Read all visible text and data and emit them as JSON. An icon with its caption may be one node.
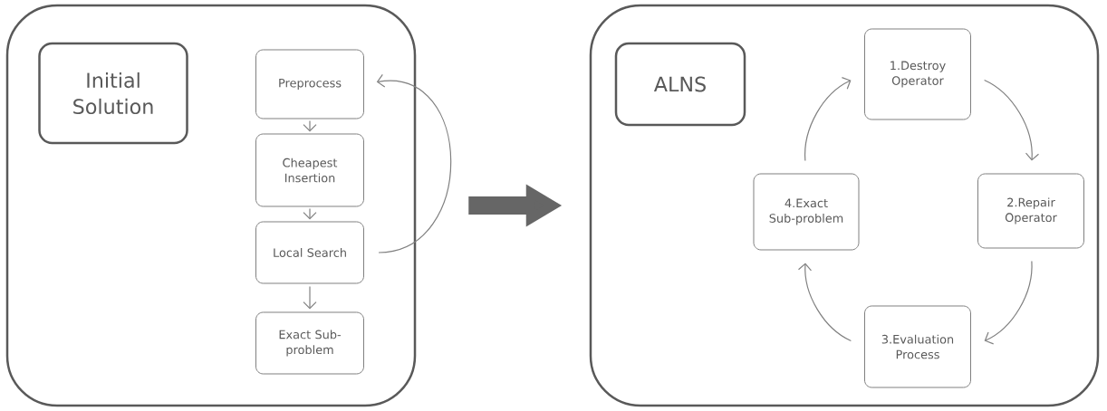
{
  "diagram": {
    "nodes": [
      {
        "text": [],
        "shape": "box"
      },
      {
        "text": [
          "Initial Solution"
        ],
        "in": 0
      },
      {
        "text": [
          "Preprocess"
        ],
        "in": 0
      },
      {
        "text": [
          "Cheapest Insertion"
        ],
        "in": 0
      },
      {
        "text": [
          "Local Search"
        ],
        "in": 0
      },
      {
        "text": [
          "Exact Sub-problem"
        ],
        "in": 0
      },
      {
        "text": [],
        "shape": "box"
      },
      {
        "text": [
          "ALNS"
        ],
        "in": 6
      },
      {
        "text": [
          "1.Destroy Operator"
        ],
        "in": 6
      },
      {
        "text": [
          "2.Repair Operator"
        ],
        "in": 6
      },
      {
        "text": [
          "3.Evaluation Process"
        ],
        "in": 6
      },
      {
        "text": [
          "4.Exact Sub-problem"
        ],
        "in": 6
      }
    ],
    "edges": [
      {
        "from": 2,
        "to": 3,
        "arrow": "to"
      },
      {
        "from": 3,
        "to": 4,
        "arrow": "to"
      },
      {
        "from": 4,
        "to": 2,
        "arrow": "to"
      },
      {
        "from": 4,
        "to": 5,
        "arrow": "to"
      },
      {
        "from": 0,
        "to": 6,
        "arrow": "to",
        "style": "thick",
        "color": "#666666"
      },
      {
        "from": 8,
        "to": 9,
        "arrow": "to"
      },
      {
        "from": 9,
        "to": 10,
        "arrow": "to"
      },
      {
        "from": 10,
        "to": 11,
        "arrow": "to"
      },
      {
        "from": 11,
        "to": 8,
        "arrow": "to"
      }
    ]
  }
}
